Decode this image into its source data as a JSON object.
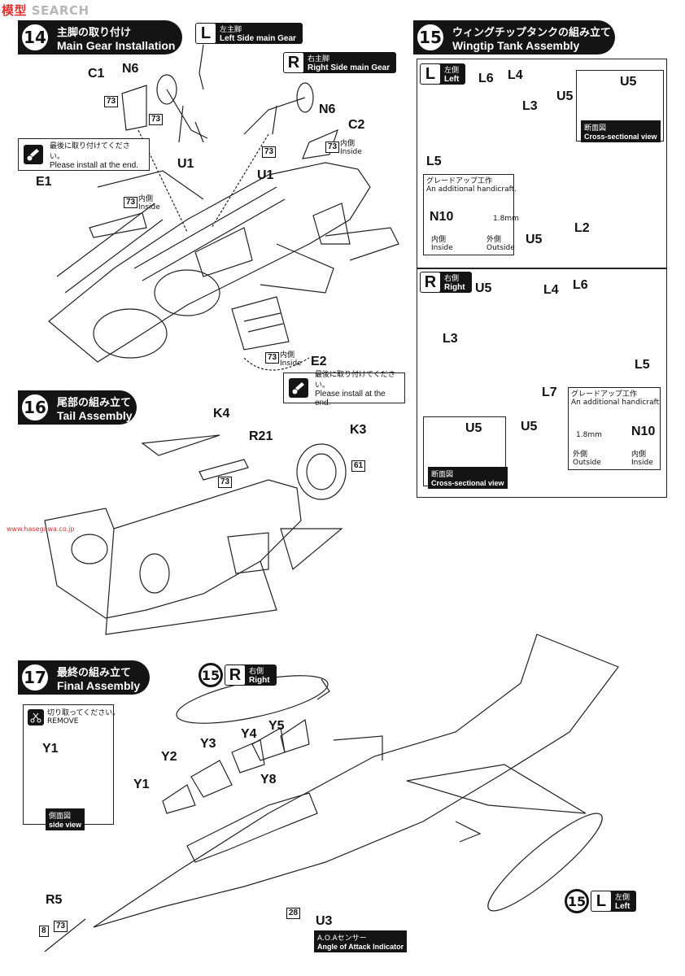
{
  "watermark": {
    "brand": "模型",
    "site": "SEARCH",
    "url": "www.hasegawa.co.jp"
  },
  "step14": {
    "num": "14",
    "jp": "主脚の取り付け",
    "en": "Main Gear Installation"
  },
  "step15": {
    "num": "15",
    "jp": "ウィングチップタンクの組み立て",
    "en": "Wingtip Tank Assembly"
  },
  "step16": {
    "num": "16",
    "jp": "尾部の組み立て",
    "en": "Tail Assembly"
  },
  "step17": {
    "num": "17",
    "jp": "最終の組み立て",
    "en": "Final Assembly"
  },
  "tags": {
    "left_gear": {
      "letter": "L",
      "jp": "左主脚",
      "en": "Left Side main Gear"
    },
    "right_gear": {
      "letter": "R",
      "jp": "右主脚",
      "en": "Right Side main Gear"
    },
    "tank_left": {
      "letter": "L",
      "jp": "左側",
      "en": "Left"
    },
    "tank_right": {
      "letter": "R",
      "jp": "右側",
      "en": "Right"
    },
    "final_right": {
      "num": "15",
      "letter": "R",
      "jp": "右側",
      "en": "Right"
    },
    "final_left": {
      "num": "15",
      "letter": "L",
      "jp": "左側",
      "en": "Left"
    }
  },
  "notes": {
    "install_end": {
      "jp": "最後に取り付けてください。",
      "en": "Please install at the end."
    },
    "remove": {
      "jp": "切り取ってください。",
      "en": "REMOVE"
    },
    "handicraft": {
      "jp": "グレードアップ工作",
      "en": "An additional handicraft."
    },
    "cross_section": {
      "jp": "断面図",
      "en": "Cross-sectional view"
    },
    "side_view": {
      "jp": "側面図",
      "en": "side view"
    },
    "inside": {
      "jp": "内側",
      "en": "Inside"
    },
    "outside": {
      "jp": "外側",
      "en": "Outside"
    },
    "dim": "1.8mm",
    "aoa": {
      "jp": "A.O.Aセンサー",
      "en": "Angle of Attack Indicator"
    }
  },
  "parts": {
    "C1": "C1",
    "N6": "N6",
    "U1": "U1",
    "C2": "C2",
    "E1": "E1",
    "E2": "E2",
    "L6": "L6",
    "L4": "L4",
    "L3": "L3",
    "U5": "U5",
    "L5": "L5",
    "L2": "L2",
    "N10": "N10",
    "L7": "L7",
    "K4": "K4",
    "R21": "R21",
    "K3": "K3",
    "Y1": "Y1",
    "Y2": "Y2",
    "Y3": "Y3",
    "Y4": "Y4",
    "Y5": "Y5",
    "Y8": "Y8",
    "R5": "R5",
    "U3": "U3"
  },
  "paint_codes": {
    "c73": "73",
    "c61": "61",
    "c28": "28",
    "c8": "8"
  }
}
